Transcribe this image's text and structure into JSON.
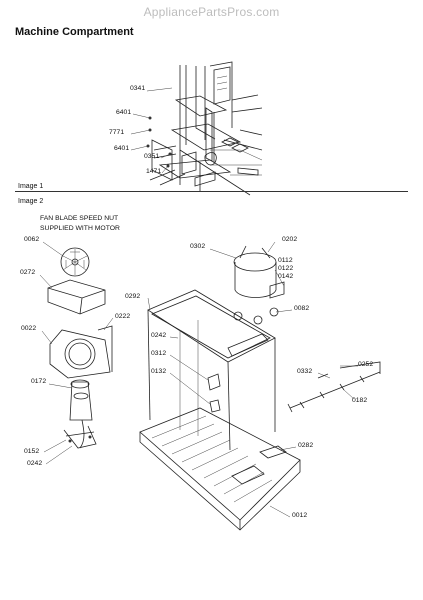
{
  "watermark": "AppliancePartsPros.com",
  "title": "Machine Compartment",
  "image1_label": "Image 1",
  "image2_label": "Image 2",
  "note": [
    "FAN BLADE SPEED NUT",
    "SUPPLIED WITH MOTOR"
  ],
  "image1_parts": [
    "0341",
    "6401",
    "7771",
    "6401",
    "0351",
    "1471"
  ],
  "image2_parts": [
    "0062",
    "0272",
    "0022",
    "0222",
    "0172",
    "0152",
    "0242",
    "0302",
    "0202",
    "0112",
    "0122",
    "0142",
    "0082",
    "0292",
    "0242",
    "0312",
    "0132",
    "0332",
    "0252",
    "0182",
    "0282",
    "0012"
  ]
}
